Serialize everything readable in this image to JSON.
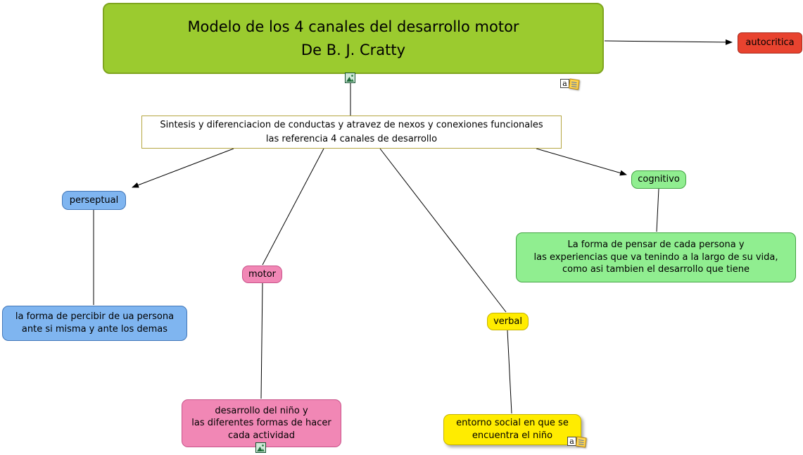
{
  "map": {
    "title": {
      "label": "Modelo de los 4 canales del desarrollo motor\nDe B. J. Cratty"
    },
    "autocritica": {
      "label": "autocritica"
    },
    "sintesis": {
      "label": "Sintesis y diferenciacion de conductas y atravez de nexos y conexiones funcionales\nlas referencia 4 canales de desarrollo"
    },
    "perseptual": {
      "label": "perseptual",
      "description": "la forma de percibir de ua persona\nante si misma y ante los demas"
    },
    "motor": {
      "label": "motor",
      "description": "desarrollo del niño y\nlas diferentes formas de hacer\ncada actividad"
    },
    "verbal": {
      "label": "verbal",
      "description": "entorno social en que se\nencuentra el niño"
    },
    "cognitivo": {
      "label": "cognitivo",
      "description": "La forma de pensar de cada persona y\nlas experiencias que va tenindo a la largo de su vida,\ncomo asi tambien el desarrollo que tiene"
    }
  },
  "icons": {
    "image_resource": "image-resource-icon",
    "text_resource": "text-resource-icon",
    "text_resource_letter": "a"
  },
  "colors": {
    "title_bg": "#9BCB2F",
    "autocritica_bg": "#E8432F",
    "perseptual_bg": "#7FB5F0",
    "motor_bg": "#F187B5",
    "verbal_bg": "#FFEC00",
    "cognitivo_bg": "#90EE90",
    "linking_box_border": "#B5A642",
    "connector": "#000000"
  }
}
